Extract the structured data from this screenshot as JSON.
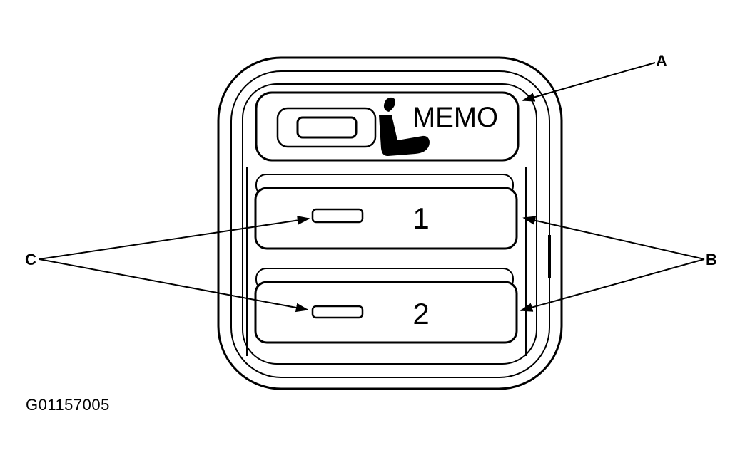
{
  "memo_button": {
    "label": "MEMO",
    "icon": "seat-memory-icon"
  },
  "memory_buttons": [
    {
      "label": "1"
    },
    {
      "label": "2"
    }
  ],
  "callouts": {
    "a": "A",
    "b": "B",
    "c": "C"
  },
  "figure_id": "G01157005"
}
